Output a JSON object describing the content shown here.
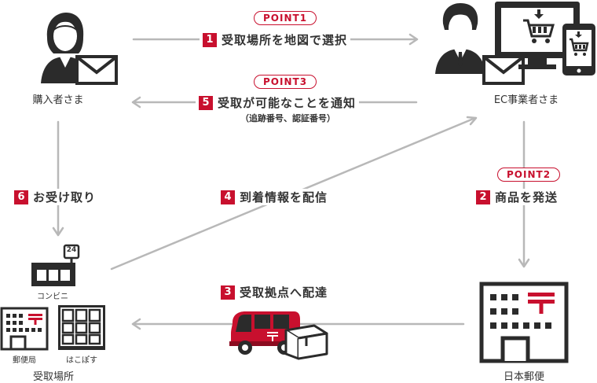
{
  "points": {
    "p1": "POINT1",
    "p2": "POINT2",
    "p3": "POINT3"
  },
  "steps": {
    "s1": {
      "num": "1",
      "label": "受取場所を地図で選択"
    },
    "s2": {
      "num": "2",
      "label": "商品を発送"
    },
    "s3": {
      "num": "3",
      "label": "受取拠点へ配達"
    },
    "s4": {
      "num": "4",
      "label": "到着情報を配信"
    },
    "s5": {
      "num": "5",
      "label": "受取が可能なことを通知",
      "note": "（追跡番号、認証番号）"
    },
    "s6": {
      "num": "6",
      "label": "お受け取り"
    }
  },
  "actors": {
    "buyer": "購入者さま",
    "ec": "EC事業者さま",
    "post": "日本郵便",
    "pickup": "受取場所"
  },
  "places": {
    "convenience": "コンビニ",
    "post_office": "郵便局",
    "hakopos": "はこぽす",
    "store_hours": "24",
    "postal_mark": "〒"
  },
  "colors": {
    "red": "#c8102e",
    "dark": "#2b2b2b",
    "line": "#b8b8b8"
  }
}
